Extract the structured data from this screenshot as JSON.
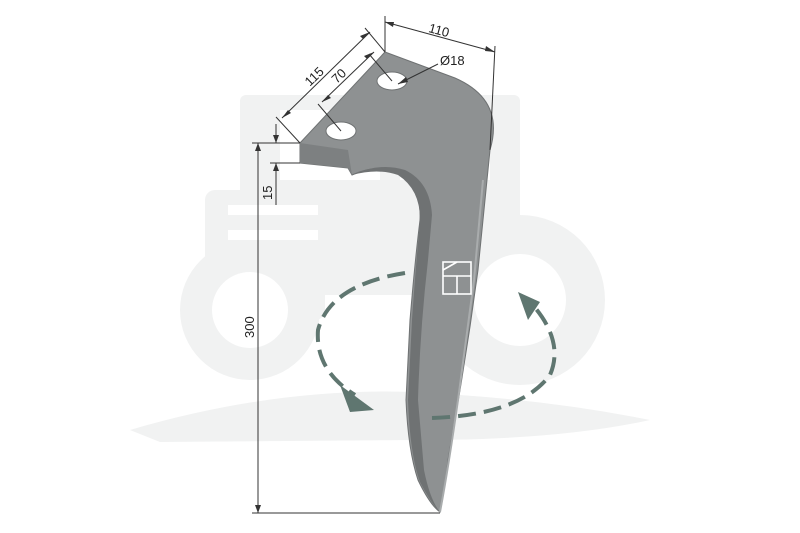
{
  "dimensions": {
    "width_top": "110",
    "length_mount": "115",
    "hole_spacing": "70",
    "hole_diameter": "Ø18",
    "thickness": "15",
    "height": "300"
  },
  "icons": {
    "background": "tractor-watermark-icon",
    "rotation": "rotation-arrow-icon",
    "stamp": "maker-mark-icon"
  },
  "colors": {
    "blade": "#8e9192",
    "blade_dark": "#6f7273",
    "arrow": "#5f7670",
    "watermark": "#f1f2f2",
    "dimension": "#333333"
  }
}
